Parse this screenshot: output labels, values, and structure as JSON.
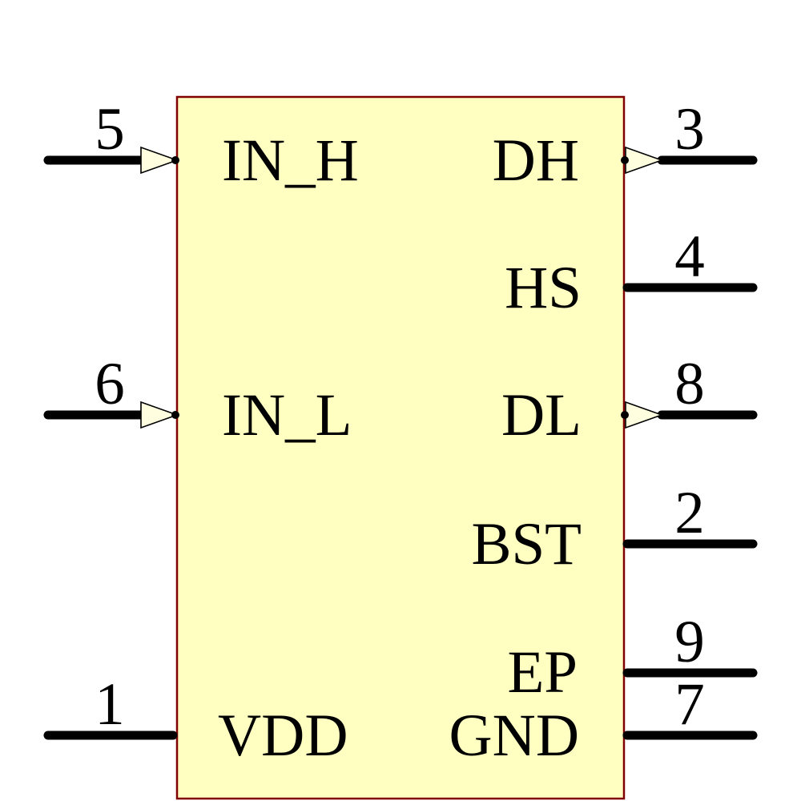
{
  "component": {
    "kind": "schematic-symbol",
    "colors": {
      "body_fill": "#FFFFC2",
      "body_border": "#800000",
      "arrow_fill": "#FFFFE0",
      "pin_color": "#000000"
    },
    "pins": {
      "left": [
        {
          "number": "5",
          "name": "IN_H",
          "arrow": true
        },
        {
          "number": "6",
          "name": "IN_L",
          "arrow": true
        },
        {
          "number": "1",
          "name": "VDD",
          "arrow": false
        }
      ],
      "right": [
        {
          "number": "3",
          "name": "DH",
          "arrow": true
        },
        {
          "number": "4",
          "name": "HS",
          "arrow": false
        },
        {
          "number": "8",
          "name": "DL",
          "arrow": true
        },
        {
          "number": "2",
          "name": "BST",
          "arrow": false
        },
        {
          "number": "9",
          "name": "EP",
          "arrow": false
        },
        {
          "number": "7",
          "name": "GND",
          "arrow": false
        }
      ]
    }
  }
}
